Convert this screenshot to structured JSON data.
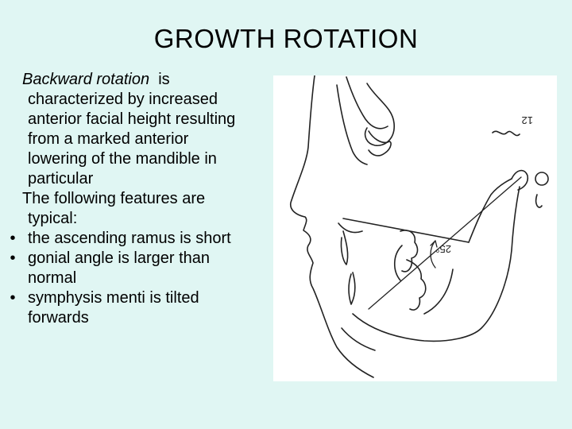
{
  "slide": {
    "title": "GROWTH ROTATION",
    "intro": {
      "lead": "Backward rotation",
      "lines": [
        "is",
        "characterized by increased",
        "anterior facial height resulting",
        "from a marked anterior",
        "lowering of the mandible in",
        "particular"
      ]
    },
    "features_intro": [
      "The following features are",
      "typical:"
    ],
    "bullets": [
      {
        "lines": [
          "the ascending ramus is short"
        ]
      },
      {
        "lines": [
          "gonial angle is larger than",
          "normal"
        ]
      },
      {
        "lines": [
          "symphysis menti is tilted",
          "forwards"
        ]
      }
    ],
    "bullet_glyph": "•",
    "figure": {
      "label_top": "12",
      "label_angle": "25°"
    }
  }
}
